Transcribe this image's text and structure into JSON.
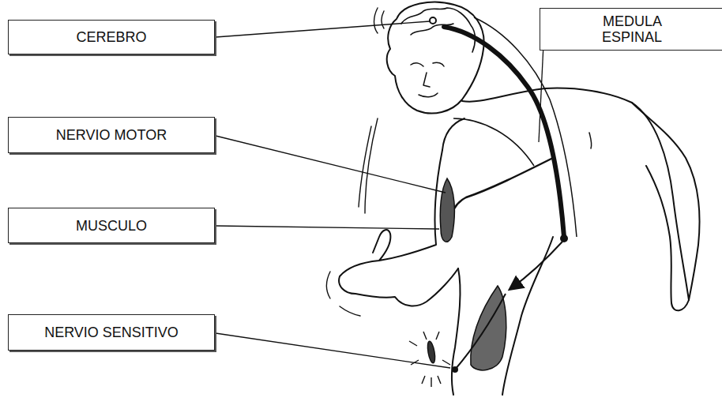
{
  "diagram": {
    "nodes": [
      {
        "text": [
          "CEREBRO"
        ]
      },
      {
        "text": [
          "MEDULA ESPINAL"
        ]
      },
      {
        "text": [
          "NERVIO MOTOR"
        ]
      },
      {
        "text": [
          "MUSCULO"
        ]
      },
      {
        "text": [
          "NERVIO SENSITIVO"
        ]
      }
    ]
  }
}
